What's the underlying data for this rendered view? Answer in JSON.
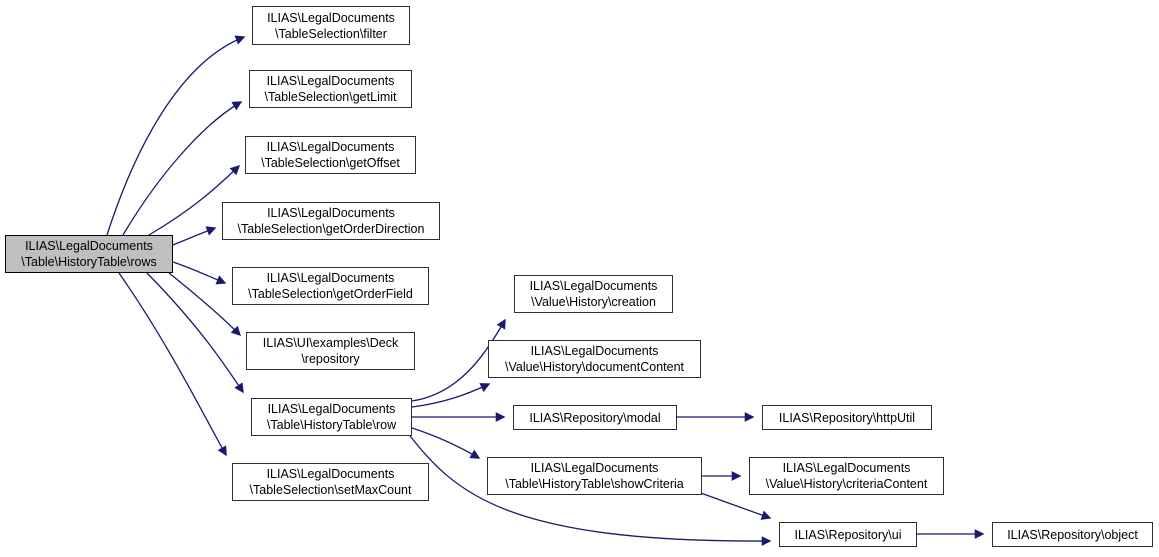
{
  "diagram": {
    "type": "call-graph",
    "background_color": "#ffffff",
    "edge_color": "#191970",
    "node_border_color": "#2e2e2e",
    "highlight_fill": "#bfbfbf",
    "nodes": [
      {
        "id": "rows",
        "label": "ILIAS\\LegalDocuments\n\\Table\\HistoryTable\\rows",
        "highlighted": true
      },
      {
        "id": "filter",
        "label": "ILIAS\\LegalDocuments\n\\TableSelection\\filter",
        "highlighted": false
      },
      {
        "id": "getLimit",
        "label": "ILIAS\\LegalDocuments\n\\TableSelection\\getLimit",
        "highlighted": false
      },
      {
        "id": "getOffset",
        "label": "ILIAS\\LegalDocuments\n\\TableSelection\\getOffset",
        "highlighted": false
      },
      {
        "id": "getOrderDirection",
        "label": "ILIAS\\LegalDocuments\n\\TableSelection\\getOrderDirection",
        "highlighted": false
      },
      {
        "id": "getOrderField",
        "label": "ILIAS\\LegalDocuments\n\\TableSelection\\getOrderField",
        "highlighted": false
      },
      {
        "id": "deckRepository",
        "label": "ILIAS\\UI\\examples\\Deck\n\\repository",
        "highlighted": false
      },
      {
        "id": "row",
        "label": "ILIAS\\LegalDocuments\n\\Table\\HistoryTable\\row",
        "highlighted": false
      },
      {
        "id": "setMaxCount",
        "label": "ILIAS\\LegalDocuments\n\\TableSelection\\setMaxCount",
        "highlighted": false
      },
      {
        "id": "creation",
        "label": "ILIAS\\LegalDocuments\n\\Value\\History\\creation",
        "highlighted": false
      },
      {
        "id": "documentContent",
        "label": "ILIAS\\LegalDocuments\n\\Value\\History\\documentContent",
        "highlighted": false
      },
      {
        "id": "modal",
        "label": "ILIAS\\Repository\\modal",
        "highlighted": false
      },
      {
        "id": "showCriteria",
        "label": "ILIAS\\LegalDocuments\n\\Table\\HistoryTable\\showCriteria",
        "highlighted": false
      },
      {
        "id": "httpUtil",
        "label": "ILIAS\\Repository\\httpUtil",
        "highlighted": false
      },
      {
        "id": "criteriaContent",
        "label": "ILIAS\\LegalDocuments\n\\Value\\History\\criteriaContent",
        "highlighted": false
      },
      {
        "id": "ui",
        "label": "ILIAS\\Repository\\ui",
        "highlighted": false
      },
      {
        "id": "object",
        "label": "ILIAS\\Repository\\object",
        "highlighted": false
      }
    ],
    "edges": [
      {
        "from": "rows",
        "to": "filter"
      },
      {
        "from": "rows",
        "to": "getLimit"
      },
      {
        "from": "rows",
        "to": "getOffset"
      },
      {
        "from": "rows",
        "to": "getOrderDirection"
      },
      {
        "from": "rows",
        "to": "getOrderField"
      },
      {
        "from": "rows",
        "to": "deckRepository"
      },
      {
        "from": "rows",
        "to": "row"
      },
      {
        "from": "rows",
        "to": "setMaxCount"
      },
      {
        "from": "row",
        "to": "creation"
      },
      {
        "from": "row",
        "to": "documentContent"
      },
      {
        "from": "row",
        "to": "modal"
      },
      {
        "from": "row",
        "to": "showCriteria"
      },
      {
        "from": "row",
        "to": "ui"
      },
      {
        "from": "modal",
        "to": "httpUtil"
      },
      {
        "from": "showCriteria",
        "to": "criteriaContent"
      },
      {
        "from": "showCriteria",
        "to": "ui"
      },
      {
        "from": "ui",
        "to": "object"
      }
    ]
  }
}
